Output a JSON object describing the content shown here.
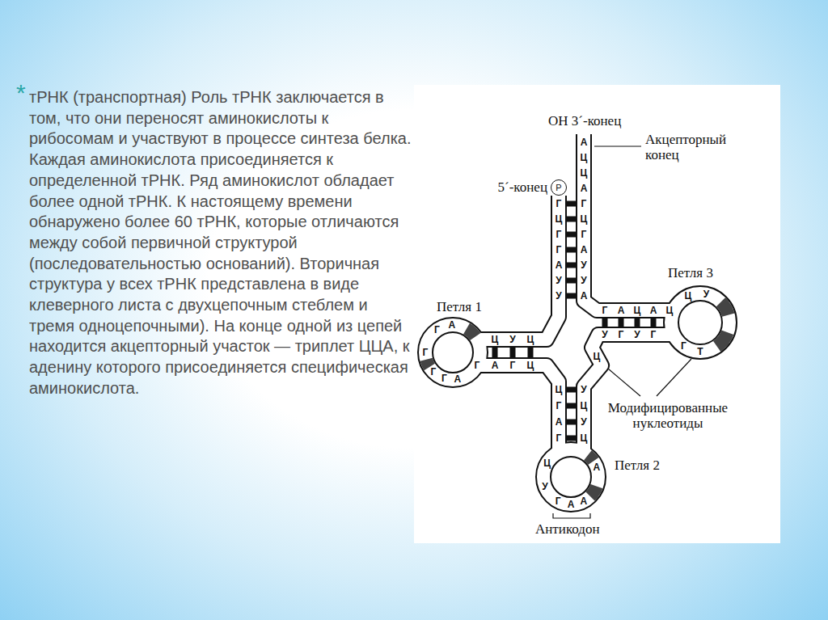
{
  "diagram": {
    "nodes": [
      {
        "text": [
          "Р"
        ]
      }
    ],
    "labels": [
      "*",
      "тРНК (транспортная) Роль тРНК заключается в том, что они переносят аминокислоты к рибосомам и участвуют в процессе синтеза белка. Каждая аминокислота присоединяется к определенной тРНК. Ряд аминокислот обладает более одной тРНК. К настоящему времени обнаружено более 60 тРНК, которые отличаются между собой первичной структурой (последовательностью оснований). Вторичная структура у всех тРНК представлена в виде клеверного листа с двухцепочным стеблем и тремя одноцепочными). На конце одной из цепей находится акцепторный участок — триплет ЦЦА, к аденину которого присоединяется специфическая аминокислота.",
      "OH 3´-конец",
      "Акцепторный конец",
      "5´-конец",
      "Петля 3",
      "Петля 1",
      "Модифицированные нуклеотиды",
      "Петля 2",
      "Антикодон",
      "А",
      "Ц",
      "Ц",
      "А",
      "Г",
      "Ц",
      "Г",
      "А",
      "У",
      "У",
      "А",
      "Г",
      "Ц",
      "Г",
      "Г",
      "А",
      "У",
      "У",
      "Ц",
      "У",
      "Ц",
      "Г",
      "А",
      "Г",
      "Ц",
      "Г",
      "А",
      "Г",
      "Г",
      "Г",
      "А",
      "Г",
      "А",
      "Ц",
      "А",
      "Ц",
      "У",
      "Г",
      "У",
      "Г",
      "Ц",
      "У",
      "Г",
      "Т",
      "Ц",
      "Г",
      "А",
      "Г",
      "У",
      "Ц",
      "У",
      "Ц",
      "Ц",
      "У",
      "Г",
      "А",
      "А",
      "А",
      "Ц"
    ]
  }
}
